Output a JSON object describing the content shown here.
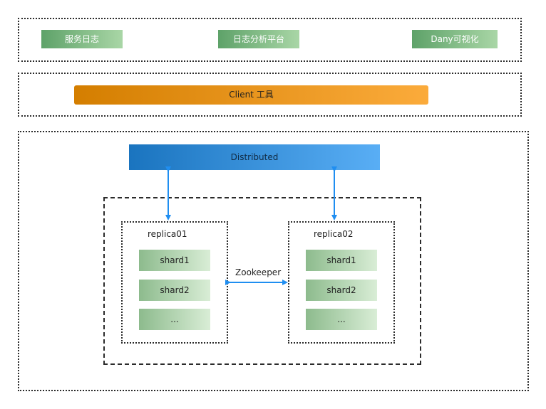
{
  "top_services": [
    {
      "label": "服务日志"
    },
    {
      "label": "日志分析平台"
    },
    {
      "label": "Dany可视化"
    }
  ],
  "client": {
    "label": "Client 工具"
  },
  "distributed": {
    "label": "Distributed"
  },
  "replicas": [
    {
      "label": "replica01",
      "shards": [
        "shard1",
        "shard2",
        "..."
      ]
    },
    {
      "label": "replica02",
      "shards": [
        "shard1",
        "shard2",
        "..."
      ]
    }
  ],
  "zookeeper": {
    "label": "Zookeeper"
  },
  "colors": {
    "green_chip_start": "#5ea269",
    "green_chip_end": "#a9d6a6",
    "client_start": "#d47e00",
    "client_end": "#fbab3b",
    "distributed_start": "#1a74bf",
    "distributed_end": "#59aef5",
    "arrow": "#1f8ef1"
  }
}
